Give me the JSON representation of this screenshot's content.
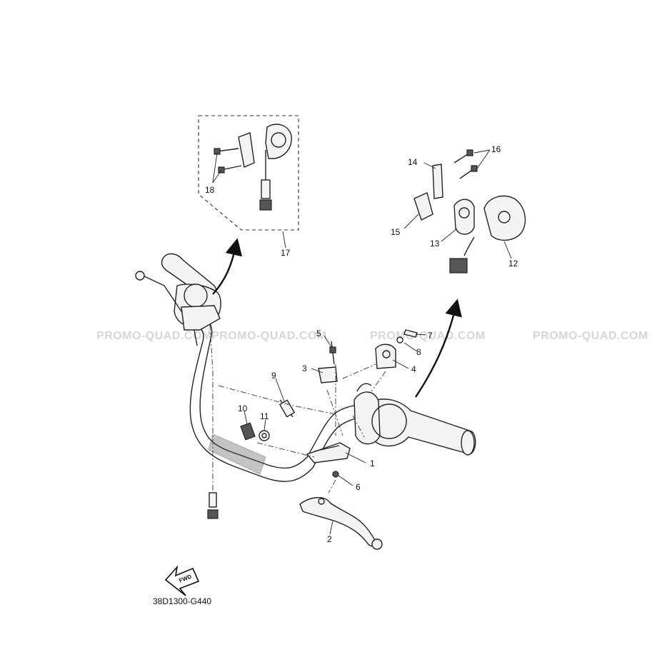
{
  "diagram": {
    "code": "38D1300-G440",
    "fwd_label": "FWD",
    "watermark": "PROMO-QUAD.COM",
    "callouts": [
      {
        "id": "c1",
        "label": "1"
      },
      {
        "id": "c2",
        "label": "2"
      },
      {
        "id": "c3",
        "label": "3"
      },
      {
        "id": "c4",
        "label": "4"
      },
      {
        "id": "c5",
        "label": "5"
      },
      {
        "id": "c6",
        "label": "6"
      },
      {
        "id": "c7",
        "label": "7"
      },
      {
        "id": "c8",
        "label": "8"
      },
      {
        "id": "c9",
        "label": "9"
      },
      {
        "id": "c10",
        "label": "10"
      },
      {
        "id": "c11",
        "label": "11"
      },
      {
        "id": "c12",
        "label": "12"
      },
      {
        "id": "c13",
        "label": "13"
      },
      {
        "id": "c14",
        "label": "14"
      },
      {
        "id": "c15",
        "label": "15"
      },
      {
        "id": "c16",
        "label": "16"
      },
      {
        "id": "c17",
        "label": "17"
      },
      {
        "id": "c18",
        "label": "18"
      }
    ]
  }
}
